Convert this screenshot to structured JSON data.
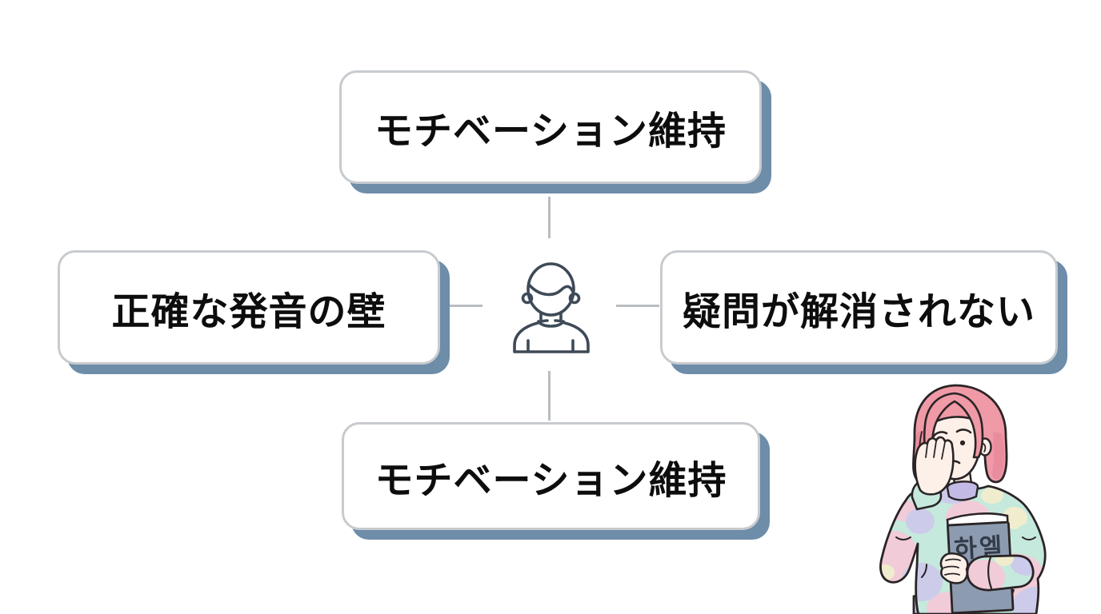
{
  "diagram": {
    "nodes": {
      "top": {
        "label": "モチベーション維持"
      },
      "left": {
        "label": "正確な発音の壁"
      },
      "right": {
        "label": "疑問が解消されない"
      },
      "bottom": {
        "label": "モチベーション維持"
      }
    },
    "center_icon": "person-outline-icon",
    "colors": {
      "box_background": "#ffffff",
      "box_border": "#c7cbcf",
      "box_shadow": "#6d8da9",
      "connector": "#b9bdc1",
      "person_stroke": "#3e4a57",
      "text": "#0d0d0d",
      "background": "#ffffff"
    }
  },
  "illustration": {
    "description": "worried girl with pink bob hair, hand on cheek, holding a textbook",
    "book_label": "하엘",
    "colors": {
      "hair": "#ef9aa6",
      "hair_shade": "#e48497",
      "skin": "#fdf0e9",
      "outline": "#2a2426",
      "sweater_mint": "#c5e9dc",
      "sweater_pink": "#f6c8d8",
      "sweater_lavender": "#cdc8ec",
      "sweater_yellow": "#f4eecd",
      "skirt": "#cfc5e9",
      "collar": "#c3bbe5",
      "book_cover": "#8d9bb0",
      "book_text": "#333b49"
    }
  }
}
